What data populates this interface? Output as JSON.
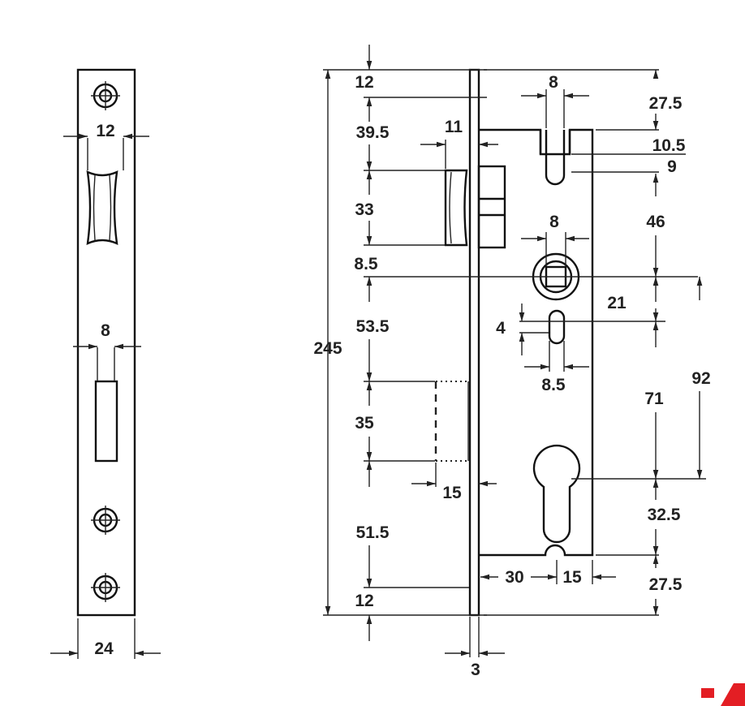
{
  "brand": {
    "accent": "#e31e24",
    "logo_text": "-A"
  },
  "colors": {
    "line": "#222222",
    "background": "#ffffff"
  },
  "front_view": {
    "screws": [
      "screw-top",
      "screw-bottom-1",
      "screw-bottom-2"
    ],
    "dims": {
      "latch_width": "12",
      "bolt_width": "8",
      "plate_width": "24"
    }
  },
  "side_view": {
    "left_dims": {
      "top": "12",
      "latch_offset": "39.5",
      "latch_height": "33",
      "gap": "8.5",
      "mid": "53.5",
      "deadbolt_height": "35",
      "lower": "51.5",
      "bottom": "12",
      "overall": "245"
    },
    "faceplate": {
      "latch_throw": "11",
      "deadbolt_throw": "15",
      "thickness": "3"
    },
    "case": {
      "slot_width": "8",
      "top_right": "27.5",
      "slot_depth": "10.5",
      "slot_radius": "9",
      "follower_offset": "46",
      "follower_square": "8",
      "follower_to_aux": "21",
      "aux_height": "4",
      "aux_width": "8.5",
      "follower_to_cyl": "71",
      "centre_dist": "92",
      "cyl_to_bottom": "32.5",
      "bottom_right": "27.5",
      "backset": "30",
      "cyl_radius": "15"
    }
  }
}
